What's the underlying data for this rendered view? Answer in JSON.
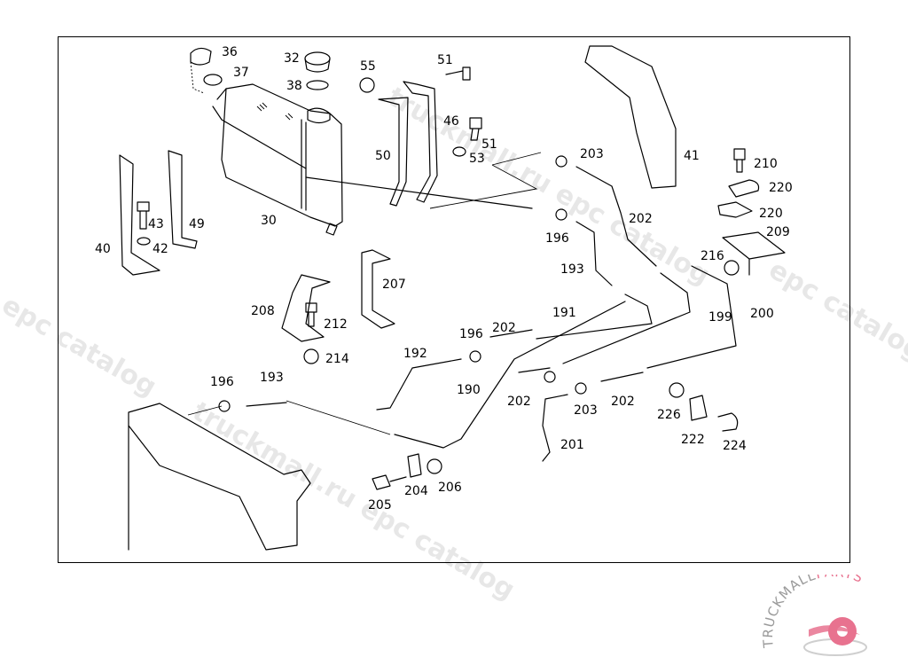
{
  "diagram": {
    "title": "Coolant expansion tank and hoses — exploded parts view",
    "callouts": [
      {
        "id": "30",
        "label": "30",
        "part": "expansion-tank"
      },
      {
        "id": "32",
        "label": "32",
        "part": "cap"
      },
      {
        "id": "36",
        "label": "36",
        "part": "filler-cap-with-chain"
      },
      {
        "id": "37",
        "label": "37",
        "part": "seal-ring"
      },
      {
        "id": "38",
        "label": "38",
        "part": "seal-ring"
      },
      {
        "id": "40",
        "label": "40",
        "part": "bracket"
      },
      {
        "id": "41",
        "label": "41",
        "part": "bracket"
      },
      {
        "id": "42",
        "label": "42",
        "part": "spring-washer"
      },
      {
        "id": "43",
        "label": "43",
        "part": "bolt"
      },
      {
        "id": "46",
        "label": "46",
        "part": "bolt"
      },
      {
        "id": "49",
        "label": "49",
        "part": "bracket"
      },
      {
        "id": "50",
        "label": "50",
        "part": "strap"
      },
      {
        "id": "51a",
        "label": "51",
        "part": "bolt"
      },
      {
        "id": "51b",
        "label": "51",
        "part": "bolt"
      },
      {
        "id": "53",
        "label": "53",
        "part": "spring-washer"
      },
      {
        "id": "55",
        "label": "55",
        "part": "nut"
      },
      {
        "id": "190",
        "label": "190",
        "part": "pipe"
      },
      {
        "id": "191",
        "label": "191",
        "part": "pipe"
      },
      {
        "id": "192",
        "label": "192",
        "part": "pipe"
      },
      {
        "id": "193a",
        "label": "193",
        "part": "hose"
      },
      {
        "id": "193b",
        "label": "193",
        "part": "hose"
      },
      {
        "id": "196a",
        "label": "196",
        "part": "hose-clamp"
      },
      {
        "id": "196b",
        "label": "196",
        "part": "hose-clamp"
      },
      {
        "id": "196c",
        "label": "196",
        "part": "hose-clamp"
      },
      {
        "id": "199",
        "label": "199",
        "part": "pipe"
      },
      {
        "id": "200",
        "label": "200",
        "part": "pipe"
      },
      {
        "id": "201",
        "label": "201",
        "part": "pipe"
      },
      {
        "id": "202a",
        "label": "202",
        "part": "hose"
      },
      {
        "id": "202b",
        "label": "202",
        "part": "hose"
      },
      {
        "id": "202c",
        "label": "202",
        "part": "hose"
      },
      {
        "id": "202d",
        "label": "202",
        "part": "hose"
      },
      {
        "id": "203a",
        "label": "203",
        "part": "hose-clamp"
      },
      {
        "id": "203b",
        "label": "203",
        "part": "hose-clamp"
      },
      {
        "id": "204",
        "label": "204",
        "part": "clip"
      },
      {
        "id": "205",
        "label": "205",
        "part": "bolt"
      },
      {
        "id": "206",
        "label": "206",
        "part": "nut"
      },
      {
        "id": "207",
        "label": "207",
        "part": "bracket"
      },
      {
        "id": "208",
        "label": "208",
        "part": "bracket"
      },
      {
        "id": "209",
        "label": "209",
        "part": "bracket"
      },
      {
        "id": "210",
        "label": "210",
        "part": "bolt"
      },
      {
        "id": "212",
        "label": "212",
        "part": "bolt"
      },
      {
        "id": "214",
        "label": "214",
        "part": "nut"
      },
      {
        "id": "216",
        "label": "216",
        "part": "nut"
      },
      {
        "id": "220a",
        "label": "220",
        "part": "pipe-clip"
      },
      {
        "id": "220b",
        "label": "220",
        "part": "pipe-clip"
      },
      {
        "id": "222",
        "label": "222",
        "part": "clip"
      },
      {
        "id": "224",
        "label": "224",
        "part": "bolt"
      },
      {
        "id": "226",
        "label": "226",
        "part": "nut"
      }
    ]
  },
  "watermark": {
    "text_1": "truckmall.ru epc catalog",
    "text_2": "epc catalog",
    "text_3": "truckmall.ru epc catalog",
    "text_4": "epc catalog"
  },
  "logo": {
    "text_main": "TRUCKMALL",
    "text_accent": "PARTS",
    "accent_color": "#e8728f",
    "main_color": "#9a9a9a"
  }
}
